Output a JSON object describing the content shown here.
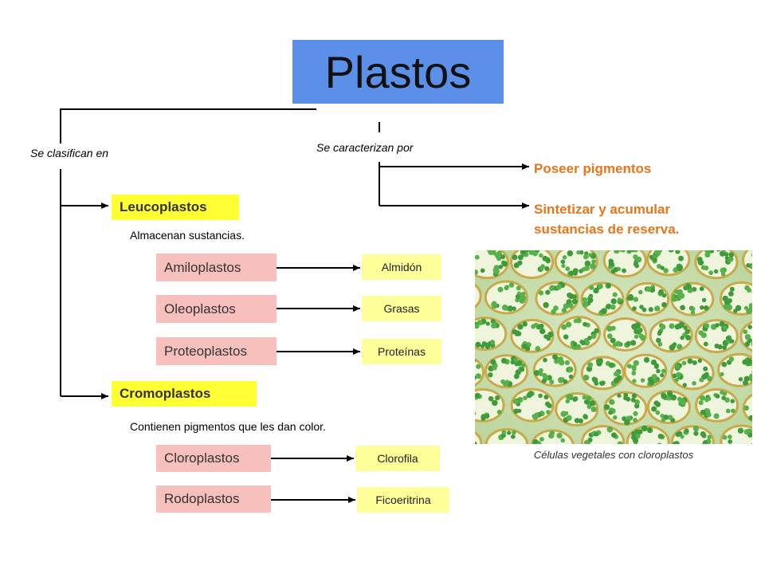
{
  "title": "Plastos",
  "labels": {
    "classify": "Se clasifican en",
    "characterize": "Se caracterizan por"
  },
  "characteristics": {
    "c1": "Poseer pigmentos",
    "c2_line1": "Sintetizar y acumular",
    "c2_line2": "sustancias de reserva."
  },
  "leucoplastos": {
    "name": "Leucoplastos",
    "description": "Almacenan sustancias.",
    "types": [
      {
        "name": "Amiloplastos",
        "product": "Almidón"
      },
      {
        "name": "Oleoplastos",
        "product": "Grasas"
      },
      {
        "name": "Proteoplastos",
        "product": "Proteínas"
      }
    ]
  },
  "cromoplastos": {
    "name": "Cromoplastos",
    "description": "Contienen pigmentos que les dan color.",
    "types": [
      {
        "name": "Cloroplastos",
        "product": "Clorofila"
      },
      {
        "name": "Rodoplastos",
        "product": "Ficoeritrina"
      }
    ]
  },
  "image_caption": "Células vegetales con cloroplastos",
  "colors": {
    "title_bg": "#5b8fe8",
    "category_bg": "#ffff33",
    "type_bg": "#f8c0bc",
    "product_bg": "#ffff99",
    "characteristic_text": "#e8751a"
  }
}
